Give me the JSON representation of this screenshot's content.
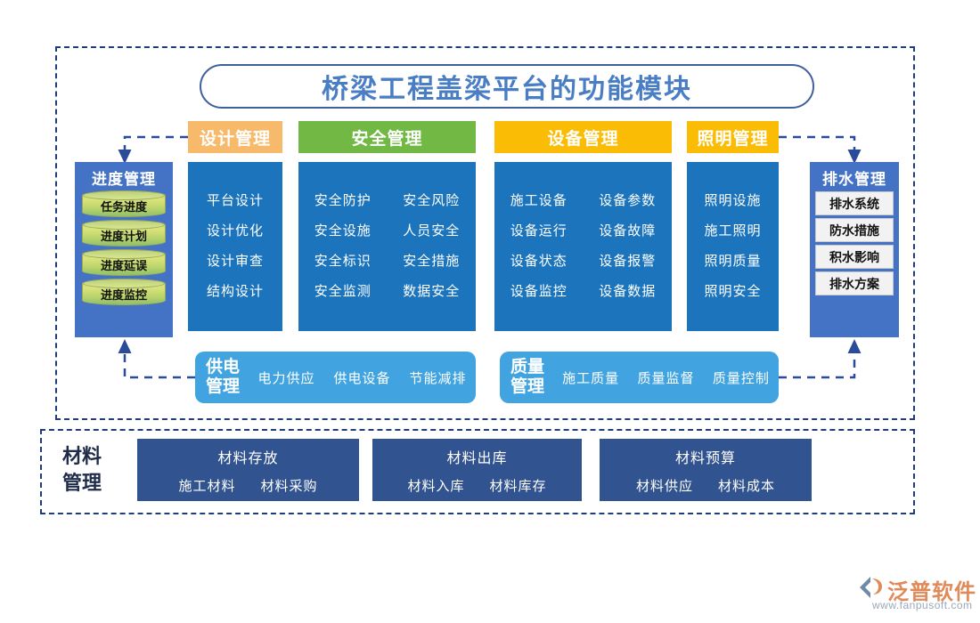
{
  "title": "桥梁工程盖梁平台的功能模块",
  "colors": {
    "frame_dash": "#1f3d7a",
    "title_text": "#4a7ec4",
    "panel_blue": "#1c75bc",
    "royal_blue": "#4472c4",
    "light_blue_bar": "#41a4e0",
    "material_blue": "#31538f",
    "header_orange_light": "#f7b96a",
    "header_green": "#71b845",
    "header_amber": "#fbbc05",
    "logo_orange": "#e08a5a"
  },
  "progress": {
    "title": "进度管理",
    "items": [
      "任务进度",
      "进度计划",
      "进度延误",
      "进度监控"
    ]
  },
  "drainage": {
    "title": "排水管理",
    "items": [
      "排水系统",
      "防水措施",
      "积水影响",
      "排水方案"
    ]
  },
  "columns": [
    {
      "header": "设计管理",
      "columns_count": 1,
      "items": [
        "平台设计",
        "设计优化",
        "设计审查",
        "结构设计"
      ]
    },
    {
      "header": "安全管理",
      "columns_count": 2,
      "items": [
        "安全防护",
        "安全风险",
        "安全设施",
        "人员安全",
        "安全标识",
        "安全措施",
        "安全监测",
        "数据安全"
      ]
    },
    {
      "header": "设备管理",
      "columns_count": 2,
      "items": [
        "施工设备",
        "设备参数",
        "设备运行",
        "设备故障",
        "设备状态",
        "设备报警",
        "设备监控",
        "设备数据"
      ]
    },
    {
      "header": "照明管理",
      "columns_count": 1,
      "items": [
        "照明设施",
        "施工照明",
        "照明质量",
        "照明安全"
      ]
    }
  ],
  "bars": [
    {
      "title": "供电\n管理",
      "title_line1": "供电",
      "title_line2": "管理",
      "items": [
        "电力供应",
        "供电设备",
        "节能减排"
      ]
    },
    {
      "title_line1": "质量",
      "title_line2": "管理",
      "items": [
        "施工质量",
        "质量监督",
        "质量控制"
      ]
    }
  ],
  "material": {
    "title_line1": "材料",
    "title_line2": "管理",
    "groups": [
      {
        "head": "材料存放",
        "subs": [
          "施工材料",
          "材料采购"
        ]
      },
      {
        "head": "材料出库",
        "subs": [
          "材料入库",
          "材料库存"
        ]
      },
      {
        "head": "材料预算",
        "subs": [
          "材料供应",
          "材料成本"
        ]
      }
    ]
  },
  "logo": {
    "name": "泛普软件",
    "url": "www.fanpusoft.com"
  }
}
